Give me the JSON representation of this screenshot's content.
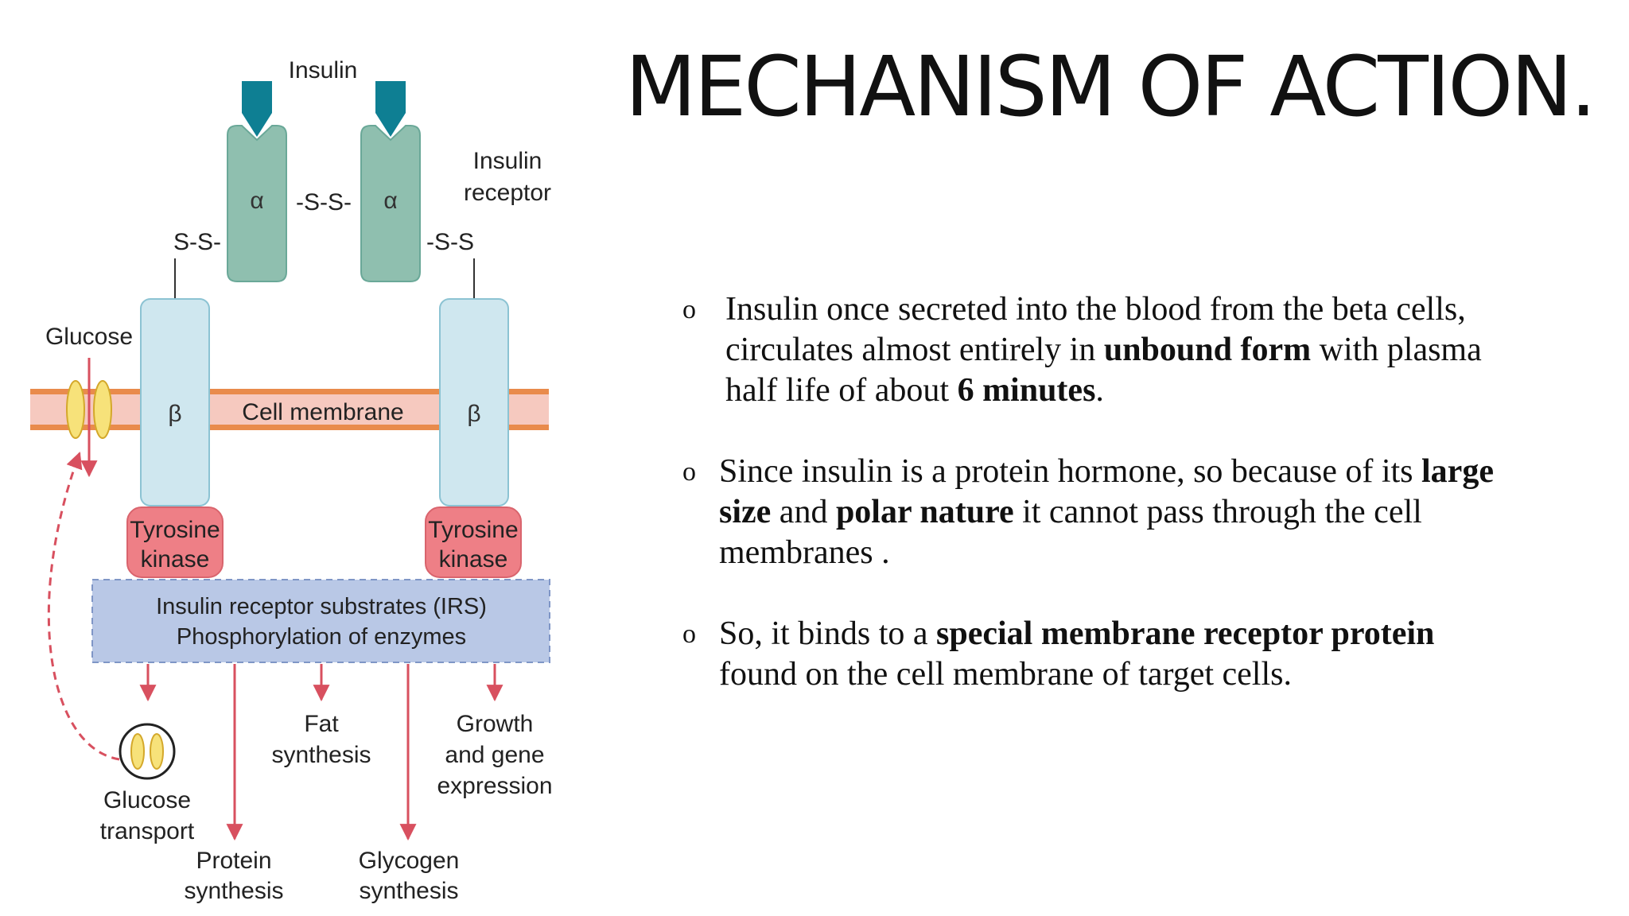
{
  "slide": {
    "title": "MECHANISM OF ACTION."
  },
  "diagram": {
    "insulin_label": "Insulin",
    "receptor_label_line1": "Insulin",
    "receptor_label_line2": "receptor",
    "alpha_symbol": "α",
    "beta_symbol": "β",
    "disulfide_center": "-S-S-",
    "disulfide_left": "S-S-",
    "disulfide_right": "-S-S",
    "glucose_label": "Glucose",
    "cell_membrane_label": "Cell membrane",
    "tyrosine_kinase_line1": "Tyrosine",
    "tyrosine_kinase_line2": "kinase",
    "irs_line1": "Insulin receptor substrates (IRS)",
    "irs_line2": "Phosphorylation of enzymes",
    "glucose_transport_line1": "Glucose",
    "glucose_transport_line2": "transport",
    "protein_synthesis_line1": "Protein",
    "protein_synthesis_line2": "synthesis",
    "fat_synthesis_line1": "Fat",
    "fat_synthesis_line2": "synthesis",
    "glycogen_synthesis_line1": "Glycogen",
    "glycogen_synthesis_line2": "synthesis",
    "growth_line1": "Growth",
    "growth_line2": "and gene",
    "growth_line3": "expression",
    "colors": {
      "insulin": "#0e7f93",
      "alpha_subunit": "#8fbfaf",
      "beta_subunit": "#cfe7ef",
      "membrane_fill": "#f6c9bf",
      "membrane_edge": "#e98b4c",
      "kinase": "#ee7f86",
      "irs_box": "#b9c8e6",
      "arrow": "#d8505f",
      "glucose_carrier": "#f7e27a"
    }
  },
  "bullets": [
    {
      "marker": "o",
      "segments": [
        {
          "text": "Insulin once secreted into the blood from the beta cells, circulates almost entirely in ",
          "bold": false
        },
        {
          "text": "unbound form",
          "bold": true
        },
        {
          "text": " with plasma half life of about ",
          "bold": false
        },
        {
          "text": "6 minutes",
          "bold": true
        },
        {
          "text": ".",
          "bold": false
        }
      ]
    },
    {
      "marker": "o",
      "segments": [
        {
          "text": "Since insulin is a protein hormone, so because of its ",
          "bold": false
        },
        {
          "text": "large size",
          "bold": true
        },
        {
          "text": " and ",
          "bold": false
        },
        {
          "text": "polar nature",
          "bold": true
        },
        {
          "text": " it cannot pass through the cell membranes .",
          "bold": false
        }
      ]
    },
    {
      "marker": "o",
      "segments": [
        {
          "text": " So, it binds to a ",
          "bold": false
        },
        {
          "text": "special membrane receptor protein",
          "bold": true
        },
        {
          "text": " found on the cell membrane of target cells.",
          "bold": false
        }
      ]
    }
  ]
}
